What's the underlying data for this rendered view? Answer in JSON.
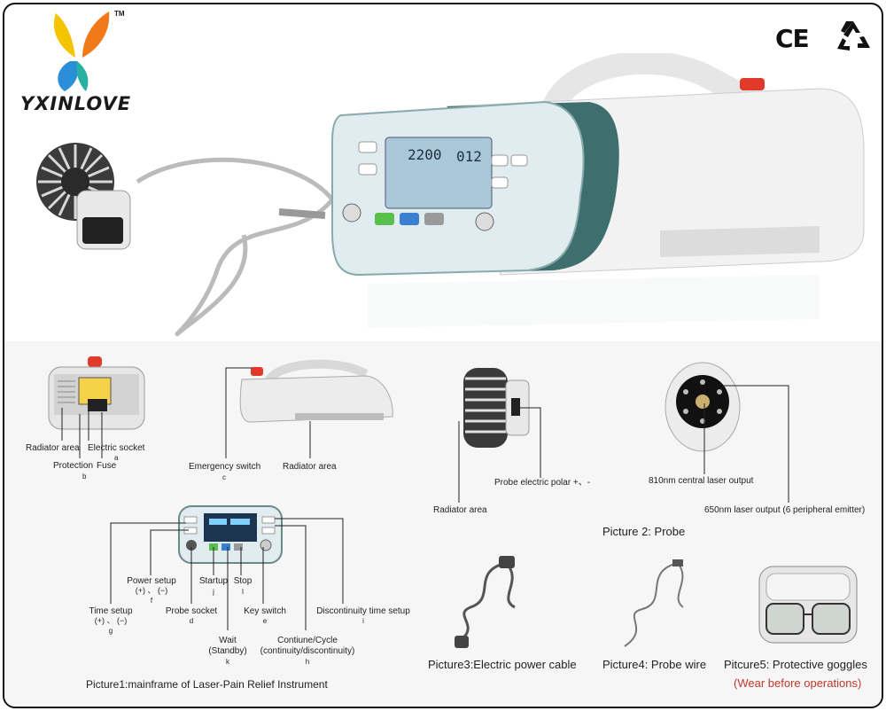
{
  "brand": {
    "name": "YXINLOVE",
    "trademark": "TM",
    "cert_mark": "CE",
    "recycle_icon": "recycle-icon"
  },
  "hero": {
    "display_power": "2200",
    "display_time": "012"
  },
  "picture1": {
    "caption": "Picture1:mainframe of Laser-Pain Relief Instrument",
    "labels": {
      "radiator_area_left": "Radiator area",
      "electric_socket": "Electric socket",
      "electric_socket_letter": "a",
      "protection": "Protection",
      "fuse": "Fuse",
      "protection_fuse_letter": "b",
      "emergency_switch": "Emergency switch",
      "emergency_switch_letter": "c",
      "radiator_area_side": "Radiator area",
      "power_setup": "Power setup",
      "power_setup_symbols": "(+) 、 (−)",
      "power_setup_letter": "f",
      "time_setup": "Time setup",
      "time_setup_symbols": "(+) 、 (−)",
      "time_setup_letter": "g",
      "probe_socket": "Probe socket",
      "probe_socket_letter": "d",
      "startup": "Startup",
      "startup_letter": "j",
      "stop": "Stop",
      "stop_letter": "l",
      "key_switch": "Key switch",
      "key_switch_letter": "e",
      "discontinuity_time_setup": "Discontinuity time setup",
      "discontinuity_letter": "i",
      "wait": "Wait",
      "wait_sub": "(Standby)",
      "wait_letter": "k",
      "continue_cycle": "Contiune/Cycle",
      "continue_cycle_sub": "(continuity/discontinuity)",
      "continue_cycle_letter": "h"
    }
  },
  "picture2": {
    "caption": "Picture 2: Probe",
    "labels": {
      "probe_polar": "Probe electric polar +、-",
      "radiator_area": "Radiator area",
      "central_output": "810nm central laser output",
      "peripheral_output": "650nm laser output (6 peripheral emitter)"
    }
  },
  "picture3": {
    "caption": "Picture3:Electric power cable"
  },
  "picture4": {
    "caption": "Picture4: Probe wire"
  },
  "picture5": {
    "caption": "Pitcure5: Protective goggles",
    "note": "(Wear before operations)",
    "note_color": "#c0392b"
  },
  "colors": {
    "device_teal": "#3f6e6e",
    "device_body": "#f2f2f2",
    "screen": "#a8c8d8",
    "btn_green": "#58c04a",
    "btn_blue": "#3a7fd0",
    "btn_gray": "#9a9a9a",
    "logo_yellow": "#f5c400",
    "logo_orange": "#f07a1a",
    "logo_blue": "#2a8fd8",
    "logo_teal": "#2ab0a0"
  }
}
